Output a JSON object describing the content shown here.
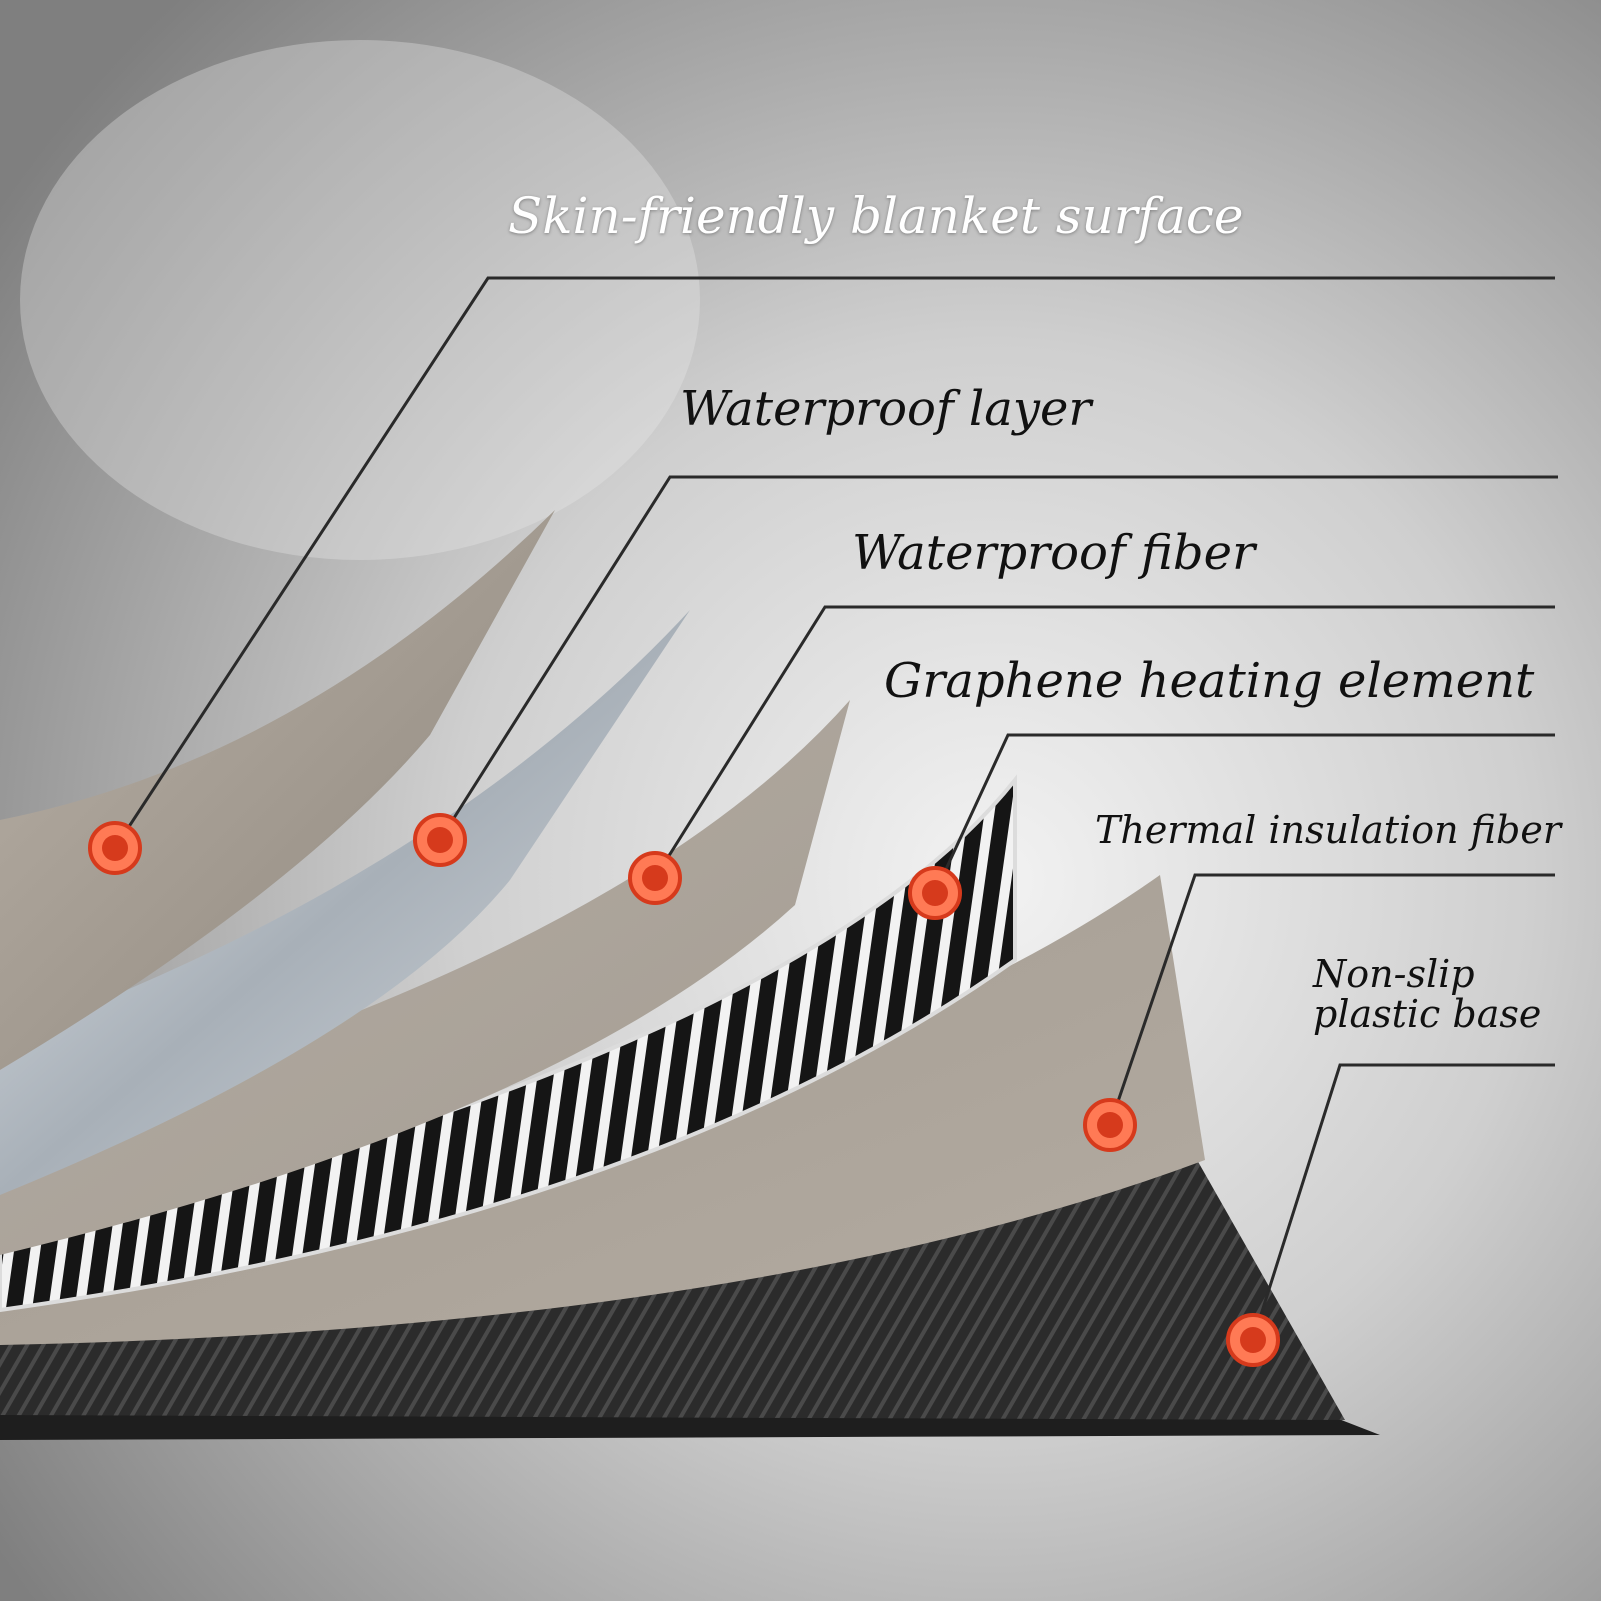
{
  "labels": {
    "skin_surface": "Skin-friendly blanket surface",
    "waterproof_layer": "Waterproof layer",
    "waterproof_fiber": "Waterproof fiber",
    "graphene_element": "Graphene heating element",
    "thermal_fiber": "Thermal insulation fiber",
    "base_line1": "Non-slip",
    "base_line2": "plastic base"
  },
  "colors": {
    "marker": "#d63a1c",
    "marker_ring": "#ff7a55",
    "leader_line": "#2a2a2a",
    "heating_stripe_dark": "#151515",
    "base_dark": "#2b2b2b"
  }
}
